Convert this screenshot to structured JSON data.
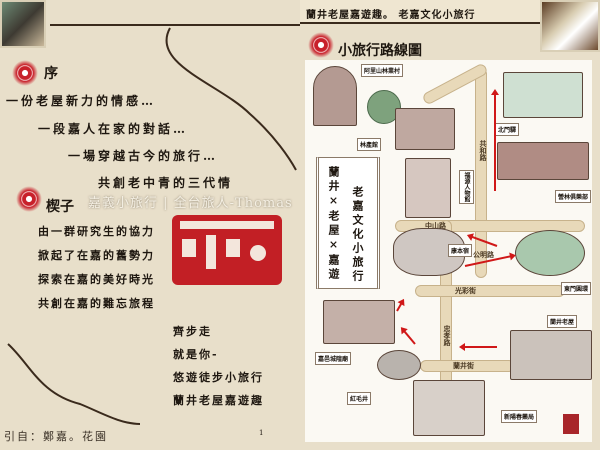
{
  "header": {
    "title": "蘭井老屋嘉遊趣。 老嘉文化小旅行"
  },
  "preface": {
    "heading": "序",
    "lines": [
      "一份老屋新力的情感…",
      "一段嘉人在家的對話…",
      "一場穿越古今的旅行…",
      "共創老中青的三代情"
    ]
  },
  "intro": {
    "heading": "楔子",
    "lines": [
      "由一群研究生的協力",
      "掀起了在嘉的舊勢力",
      "探索在嘉的美好時光",
      "共創在嘉的難忘旅程"
    ]
  },
  "watermark": "嘉義小旅行 | 全台旅人-Thomas",
  "closing": {
    "lines": [
      "齊步走",
      "就是你-",
      "悠遊徒步小旅行",
      "蘭井老屋嘉遊趣"
    ]
  },
  "footer": {
    "source": "引自：鄭嘉。花園",
    "page": "1"
  },
  "map": {
    "title": "小旅行路線圖",
    "scroll_left": "蘭井×老屋×嘉遊",
    "scroll_right": "老嘉文化小旅行",
    "roads": [
      "共和路",
      "中山路",
      "公明路",
      "光彩街",
      "忠孝路",
      "蘭井街"
    ],
    "places": [
      "阿里山林業村",
      "林產館",
      "北門驛",
      "營林俱樂部",
      "福源人物館",
      "康本宿",
      "東門圓環",
      "嘉邑城隍廟",
      "蘭井老屋",
      "紅毛井",
      "新陽春藥局"
    ]
  },
  "colors": {
    "accent": "#c8202a",
    "paper": "#e8dfca",
    "road": "#e8d9b9",
    "arrow": "#d01818"
  }
}
